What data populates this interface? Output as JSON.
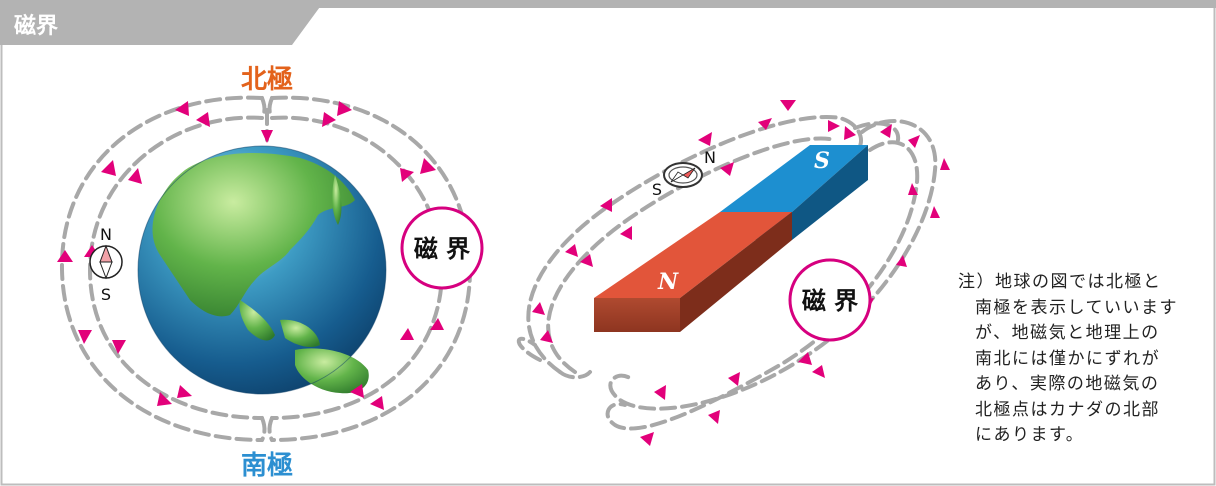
{
  "header": {
    "title": "磁界"
  },
  "earth_diagram": {
    "north_pole_label": "北極",
    "south_pole_label": "南極",
    "field_label": "磁 界",
    "compass_n": "N",
    "compass_s": "S"
  },
  "magnet_diagram": {
    "pole_s": "S",
    "pole_n": "N",
    "field_label": "磁 界",
    "compass_n": "N",
    "compass_s": "S"
  },
  "note": {
    "lines": [
      "注）地球の図では北極と",
      "南極を表示していいます",
      "が、地磁気と地理上の",
      "南北には僅かにずれが",
      "あり、実際の地磁気の",
      "北極点はカナダの北部",
      "にあります。"
    ]
  },
  "colors": {
    "header_bg": "#b3b3b3",
    "frame_border": "#bdbdbd",
    "field_line": "#a8a8a8",
    "arrow": "#e2007a",
    "north_label": "#e3621b",
    "south_label": "#2c8fd1",
    "circle": "#d6007f",
    "magnet_red": "#e2553a",
    "magnet_blue": "#1d8fd0"
  }
}
